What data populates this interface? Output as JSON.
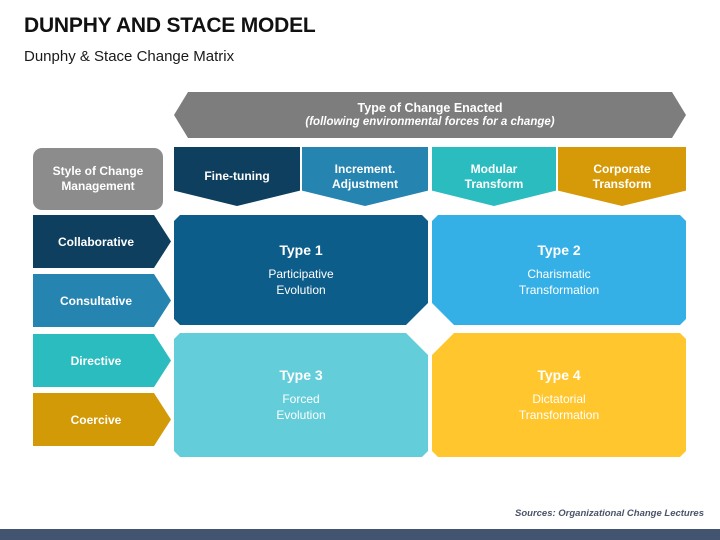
{
  "slide": {
    "title": "DUNPHY AND STACE MODEL",
    "subtitle": "Dunphy & Stace Change Matrix",
    "sources": "Sources: Organizational Change Lectures"
  },
  "banner": {
    "title": "Type of Change Enacted",
    "subtitle": "(following environmental forces for a change)",
    "color": "#7d7d7d"
  },
  "corner_label": {
    "line1": "Style of Change",
    "line2": "Management",
    "color": "#8c8c8c"
  },
  "columns": [
    {
      "line1": "Fine-tuning",
      "line2": "",
      "color": "#0e3f5f"
    },
    {
      "line1": "Increment.",
      "line2": "Adjustment",
      "color": "#2584b0"
    },
    {
      "line1": "Modular",
      "line2": "Transform",
      "color": "#2bbcbf"
    },
    {
      "line1": "Corporate",
      "line2": "Transform",
      "color": "#d69a08"
    }
  ],
  "rows": [
    {
      "label": "Collaborative",
      "color": "#0e3f5f"
    },
    {
      "label": "Consultative",
      "color": "#2584b0"
    },
    {
      "label": "Directive",
      "color": "#2bbcbf"
    },
    {
      "label": "Coercive",
      "color": "#d39a07"
    }
  ],
  "quadrants": [
    {
      "type": "Type 1",
      "name_line1": "Participative",
      "name_line2": "Evolution",
      "color": "#0d5d8a"
    },
    {
      "type": "Type 2",
      "name_line1": "Charismatic",
      "name_line2": "Transformation",
      "color": "#35b0e6"
    },
    {
      "type": "Type 3",
      "name_line1": "Forced",
      "name_line2": "Evolution",
      "color": "#63cdd9"
    },
    {
      "type": "Type 4",
      "name_line1": "Dictatorial",
      "name_line2": "Transformation",
      "color": "#ffc62e"
    }
  ],
  "footer_bar": {
    "color": "#435471"
  }
}
